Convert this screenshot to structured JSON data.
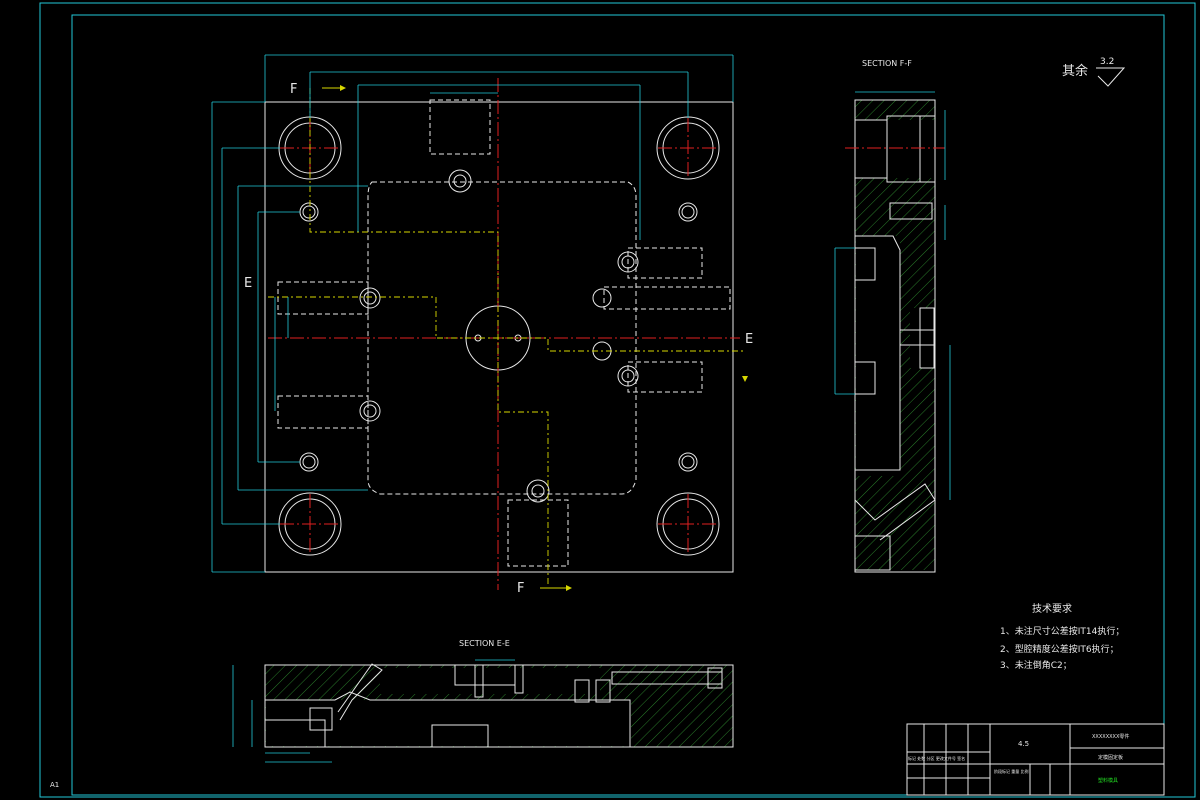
{
  "drawing": {
    "section_ff_title": "SECTION F-F",
    "section_ee_title": "SECTION E-E",
    "roughness_label": "其余",
    "roughness_value": "3.2",
    "sheet_size": "A1",
    "cut_labels": {
      "f_top": "F",
      "f_bottom": "F",
      "e_left": "E",
      "e_right": "E"
    }
  },
  "notes": {
    "title": "技术要求",
    "items": [
      "1、未注尺寸公差按IT14执行；",
      "2、型腔精度公差按IT6执行；",
      "3、未注倒角C2；"
    ]
  },
  "title_block": {
    "scale_note": "4.5",
    "drawing_name": "XXXXXXXX零件",
    "part_name": "定模固定板",
    "material": "塑料模具",
    "sign_text": "标记 处数 分区 更改文件号 签名",
    "stage_text": "阶段标记 重量 比例"
  },
  "colors": {
    "outline": "#e8e8e8",
    "dimension": "#22c8d8",
    "center_line": "#e02020",
    "hidden_line": "#d8d800",
    "hatch": "#3ab03a",
    "highlight_text": "#22dd22"
  }
}
